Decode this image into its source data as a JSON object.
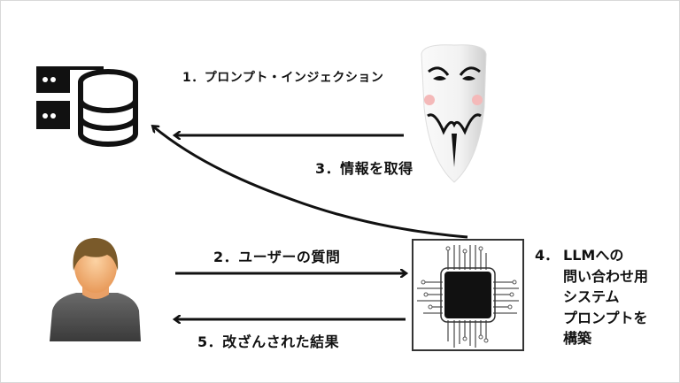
{
  "steps": {
    "step1": "1．プロンプト・インジェクション",
    "step2": "2．ユーザーの質問",
    "step3": "3．情報を取得",
    "step4_number": "4．",
    "step4_lines": [
      "LLMへの",
      "問い合わせ用",
      "システム",
      "プロンプトを",
      "構築"
    ],
    "step5": "5．改ざんされた結果"
  },
  "icons": {
    "database": "database-server-icon",
    "attacker": "guy-fawkes-mask-icon",
    "user": "user-avatar-icon",
    "llm": "cpu-chip-icon"
  },
  "colors": {
    "arrow": "#111111",
    "skin": "#f5b37a",
    "hair": "#7a5a2a",
    "shirt": "#4a4a4a"
  }
}
